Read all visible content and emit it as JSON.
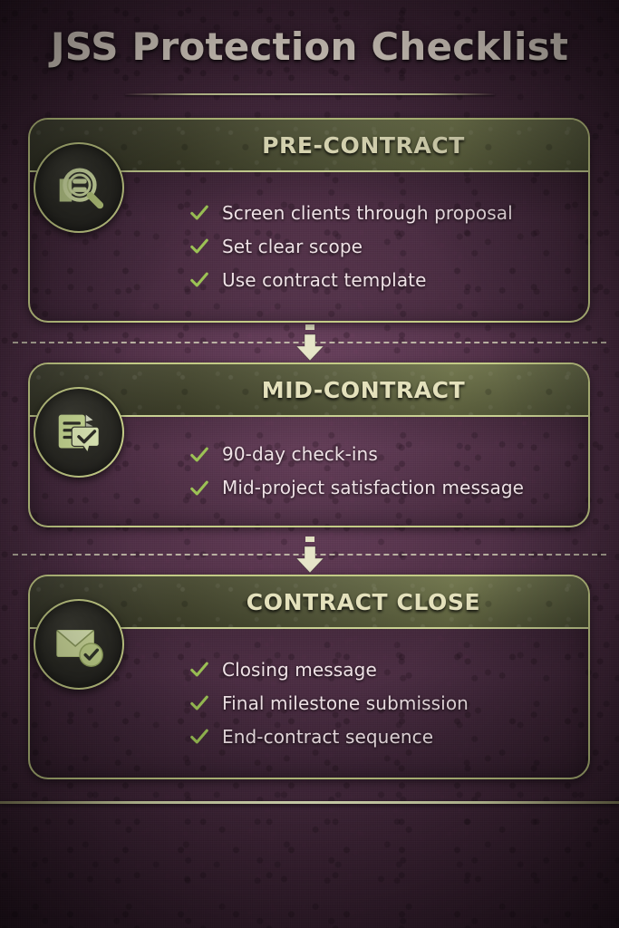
{
  "header": {
    "title": "JSS Protection Checklist"
  },
  "colors": {
    "background_purple": "#4a2c41",
    "border_olive": "#c3cb86",
    "header_olive_dark": "#3a3b2c",
    "header_olive_light": "#6e7349",
    "title_cream": "#e9ded3",
    "card_title_cream": "#e4e1bc",
    "item_text": "#efe2e6",
    "check_green": "#9cc255",
    "icon_green": "#c7d893"
  },
  "sections": [
    {
      "id": "pre-contract",
      "title": "PRE-CONTRACT",
      "icon": "magnifier-document-icon",
      "items": [
        "Screen clients through proposal",
        "Set clear scope",
        "Use contract template"
      ]
    },
    {
      "id": "mid-contract",
      "title": "MID-CONTRACT",
      "icon": "document-chat-check-icon",
      "items": [
        "90-day check-ins",
        "Mid-project satisfaction message"
      ]
    },
    {
      "id": "contract-close",
      "title": "CONTRACT CLOSE",
      "icon": "envelope-check-icon",
      "items": [
        "Closing message",
        "Final milestone submission",
        "End-contract sequence"
      ]
    }
  ],
  "connectors": [
    {
      "id": "connector-1",
      "icon": "arrow-down-icon"
    },
    {
      "id": "connector-2",
      "icon": "arrow-down-icon"
    }
  ]
}
